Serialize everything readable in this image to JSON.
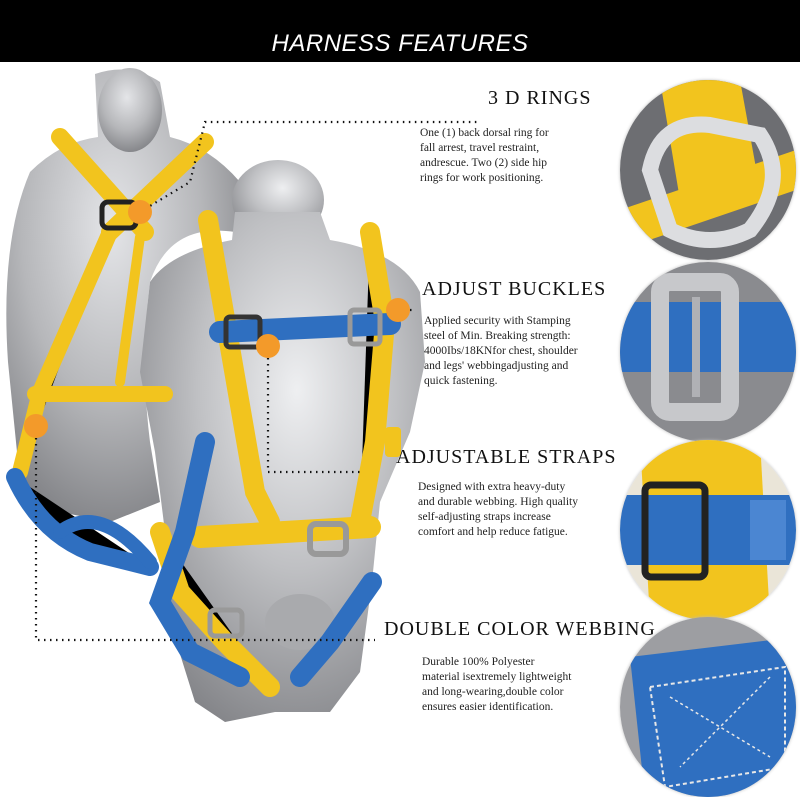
{
  "banner": {
    "title": "HARNESS FEATURES"
  },
  "colors": {
    "webbing_yellow": "#f2c41e",
    "webbing_blue": "#2f6fc0",
    "callout_orange": "#f39a2a",
    "banner_bg": "#000000",
    "mannequin": "#b9babd"
  },
  "features": [
    {
      "title": "3 D RINGS",
      "lines": [
        "One (1) back dorsal ring for",
        "fall arrest, travel restraint,",
        "andrescue. Two (2) side hip",
        "rings for work positioning."
      ],
      "detail_icon": "d-ring-closeup"
    },
    {
      "title": "ADJUST BUCKLES",
      "lines": [
        "Applied security with Stamping",
        "steel of Min. Breaking strength:",
        "4000Ibs/18KNfor chest, shoulder",
        " and legs' webbingadjusting and",
        "quick fastening."
      ],
      "detail_icon": "buckle-closeup"
    },
    {
      "title": "ADJUSTABLE STRAPS",
      "lines": [
        "Designed with extra heavy-duty",
        "and durable webbing. High quality",
        "self-adjusting straps increase",
        "comfort  and help reduce fatigue."
      ],
      "detail_icon": "strap-closeup"
    },
    {
      "title": "DOUBLE COLOR WEBBING",
      "lines": [
        "Durable 100% Polyester",
        "material isextremely lightweight",
        "and long-wearing,double color",
        "ensures easier identification."
      ],
      "detail_icon": "webbing-closeup"
    }
  ]
}
